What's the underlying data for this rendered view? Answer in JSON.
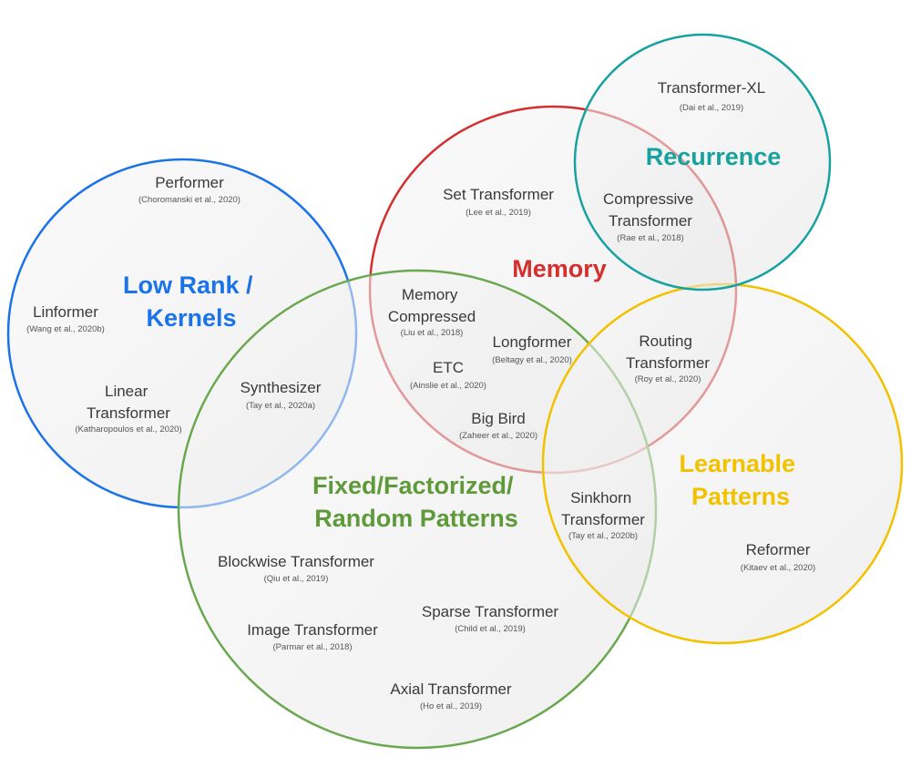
{
  "categories": {
    "low_rank": {
      "lines": [
        "Low Rank /",
        "Kernels"
      ],
      "color": "#1a73e8",
      "stroke": "#1a73e8"
    },
    "memory": {
      "lines": [
        "Memory"
      ],
      "color": "#d32f2f",
      "stroke": "#d32f2f"
    },
    "recurrence": {
      "lines": [
        "Recurrence"
      ],
      "color": "#17a2a0",
      "stroke": "#17a2a0"
    },
    "fixed": {
      "lines": [
        "Fixed/Factorized/",
        "Random Patterns"
      ],
      "color": "#5e9a3a",
      "stroke": "#6aa84f"
    },
    "learnable": {
      "lines": [
        "Learnable",
        "Patterns"
      ],
      "color": "#f2c200",
      "stroke": "#f2c200"
    }
  },
  "models": [
    {
      "name": [
        "Transformer-XL"
      ],
      "cite": "(Dai et al., 2019)"
    },
    {
      "name": [
        "Performer"
      ],
      "cite": "(Choromanski et al., 2020)"
    },
    {
      "name": [
        "Set Transformer"
      ],
      "cite": "(Lee et al., 2019)"
    },
    {
      "name": [
        "Compressive",
        "Transformer"
      ],
      "cite": "(Rae et al., 2018)"
    },
    {
      "name": [
        "Linformer"
      ],
      "cite": "(Wang et al., 2020b)"
    },
    {
      "name": [
        "Memory",
        "Compressed"
      ],
      "cite": "(Liu et al., 2018)"
    },
    {
      "name": [
        "Longformer"
      ],
      "cite": "(Beltagy et al., 2020)"
    },
    {
      "name": [
        "Routing",
        "Transformer"
      ],
      "cite": "(Roy et al., 2020)"
    },
    {
      "name": [
        "ETC"
      ],
      "cite": "(Ainslie et al., 2020)"
    },
    {
      "name": [
        "Linear",
        "Transformer"
      ],
      "cite": "(Katharopoulos et al., 2020)"
    },
    {
      "name": [
        "Synthesizer"
      ],
      "cite": "(Tay et al., 2020a)"
    },
    {
      "name": [
        "Big Bird"
      ],
      "cite": "(Zaheer et al., 2020)"
    },
    {
      "name": [
        "Sinkhorn",
        "Transformer"
      ],
      "cite": "(Tay et al., 2020b)"
    },
    {
      "name": [
        "Reformer"
      ],
      "cite": "(Kitaev et al., 2020)"
    },
    {
      "name": [
        "Blockwise Transformer"
      ],
      "cite": "(Qiu et al., 2019)"
    },
    {
      "name": [
        "Sparse Transformer"
      ],
      "cite": "(Child et al., 2019)"
    },
    {
      "name": [
        "Image Transformer"
      ],
      "cite": "(Parmar et al., 2018)"
    },
    {
      "name": [
        "Axial Transformer"
      ],
      "cite": "(Ho et al., 2019)"
    }
  ]
}
